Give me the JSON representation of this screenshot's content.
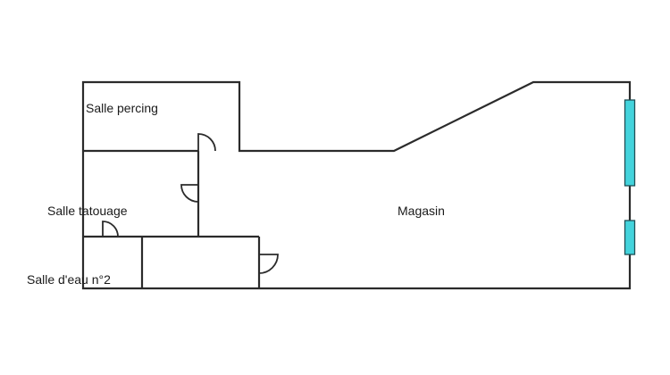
{
  "floor_plan": {
    "rooms": [
      {
        "key": "percing",
        "label": "Salle percing"
      },
      {
        "key": "tatouage",
        "label": "Salle tatouage"
      },
      {
        "key": "eau",
        "label": "Salle d'eau n°2"
      },
      {
        "key": "magasin",
        "label": "Magasin"
      }
    ],
    "colors": {
      "walls": "#2b2b2b",
      "windows": "#43d3dc",
      "background": "#ffffff"
    }
  }
}
